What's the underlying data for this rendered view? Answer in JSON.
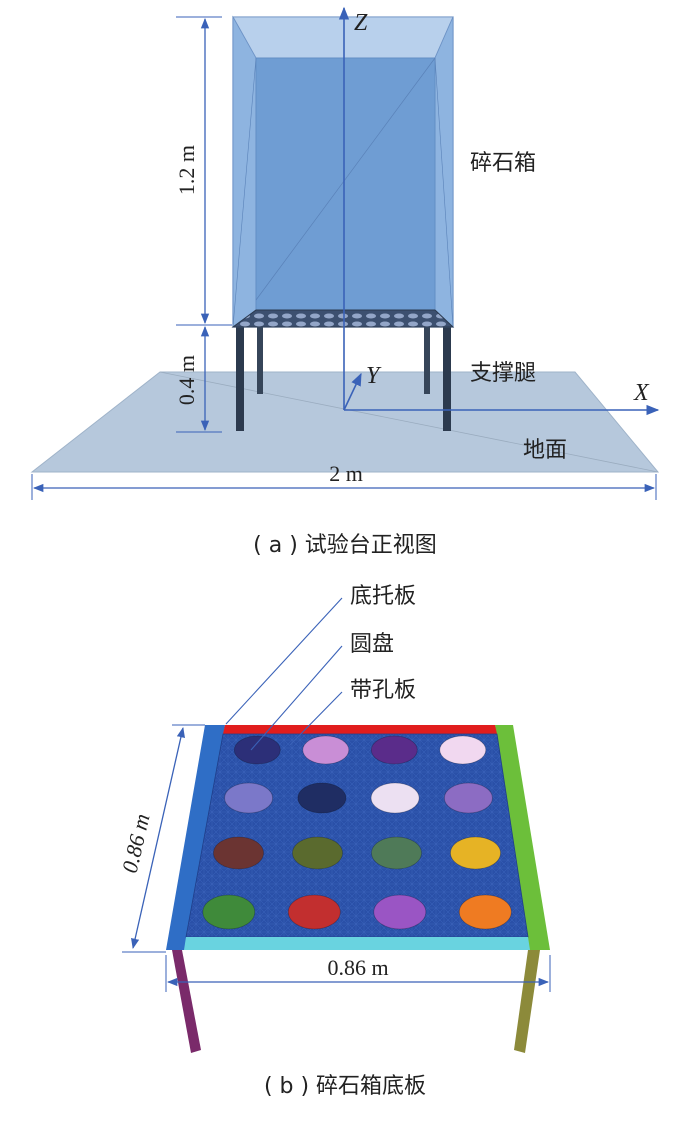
{
  "panel_a": {
    "caption": "( a ) 试验台正视图",
    "axis_z": "Z",
    "axis_y": "Y",
    "axis_x": "X",
    "dim_height_box": "1.2 m",
    "dim_height_leg": "0.4 m",
    "dim_width_ground": "2 m",
    "label_box": "碎石箱",
    "label_legs": "支撑腿",
    "label_ground": "地面"
  },
  "panel_b": {
    "caption": "( b ) 碎石箱底板",
    "label_base_plate": "底托板",
    "label_disc": "圆盘",
    "label_perforated_plate": "带孔板",
    "dim_depth": "0.86 m",
    "dim_width": "0.86 m",
    "disc_colors": [
      [
        "#2c2f78",
        "#c98ed6",
        "#5a2c8a",
        "#f1d8f0"
      ],
      [
        "#7b78c9",
        "#1f2d63",
        "#ece0f2",
        "#8c6cc3"
      ],
      [
        "#6b3432",
        "#5a6a2e",
        "#4f7a58",
        "#e6b325"
      ],
      [
        "#3f8a3a",
        "#c22f2f",
        "#9a55c4",
        "#ef7b22"
      ]
    ],
    "colors": {
      "plate": "#2a50a8",
      "frame_left": "#2f6ec6",
      "frame_top": "#e11d1d",
      "frame_right": "#6cbf3a",
      "frame_bottom": "#69d3e0",
      "leg_left": "#7a2a6a",
      "leg_right": "#8c8a3a"
    }
  }
}
